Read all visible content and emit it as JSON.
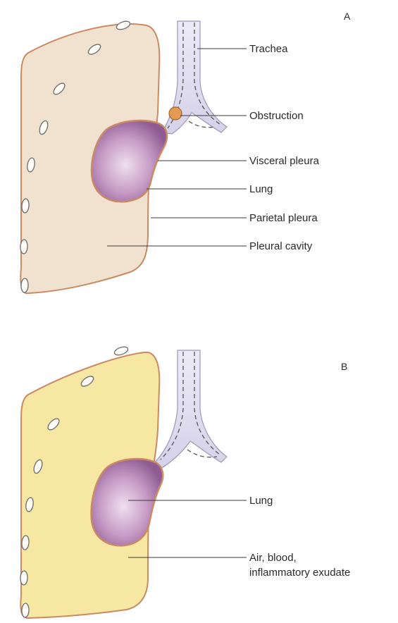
{
  "panels": [
    {
      "letter": "A",
      "labels": {
        "trachea": "Trachea",
        "obstruction": "Obstruction",
        "visceral_pleura": "Visceral pleura",
        "lung": "Lung",
        "parietal_pleura": "Parietal pleura",
        "pleural_cavity": "Pleural cavity"
      }
    },
    {
      "letter": "B",
      "labels": {
        "lung": "Lung",
        "fluid_line1": "Air, blood,",
        "fluid_line2": "inflammatory exudate"
      }
    }
  ],
  "colors": {
    "cavity_a": "#f1e2cf",
    "cavity_b": "#f6e7a2",
    "pleura_outline": "#c98a64",
    "lung_fill": "#b07aae",
    "lung_highlight": "#e8d2e8",
    "airway": "#dcd9ef",
    "obstruction": "#e39a52"
  }
}
